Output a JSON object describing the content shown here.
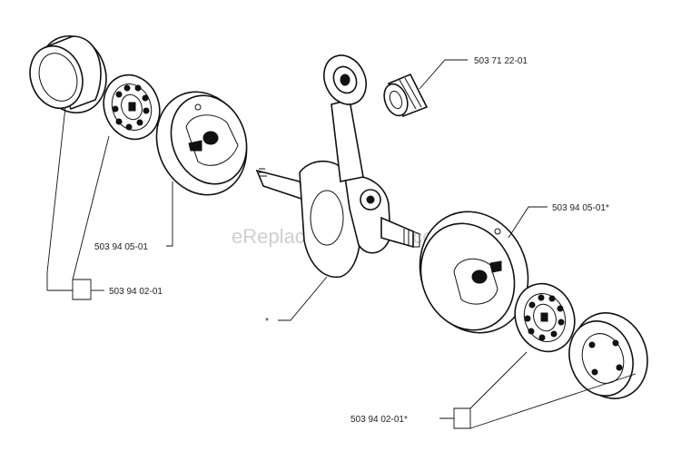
{
  "diagram": {
    "watermark": "eReplacementParts.com",
    "callouts": [
      {
        "id": "needle-bearing",
        "text": "503 71 22-01"
      },
      {
        "id": "flywheel-half-right",
        "text": "503 94 05-01*"
      },
      {
        "id": "flywheel-half-left",
        "text": "503 94 05-01"
      },
      {
        "id": "bearing-left",
        "text": "503 94 02-01"
      },
      {
        "id": "crankshaft",
        "text": "*"
      },
      {
        "id": "bearing-right",
        "text": "503 94 02-01*"
      }
    ]
  }
}
